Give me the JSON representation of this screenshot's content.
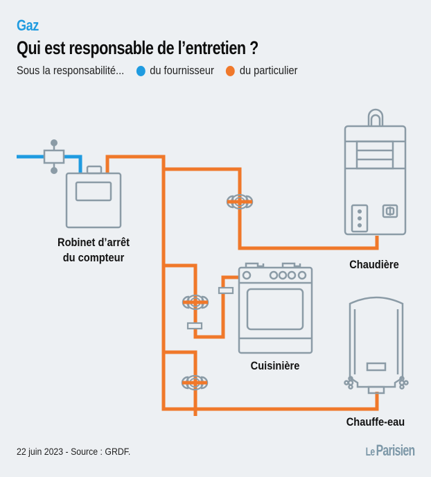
{
  "header": {
    "kicker": "Gaz",
    "title": "Qui est responsable de l’entretien ?",
    "legend_intro": "Sous la responsabilité...",
    "legend": [
      {
        "label": "du fournisseur",
        "color": "#1f9be0"
      },
      {
        "label": "du particulier",
        "color": "#f0782a"
      }
    ]
  },
  "diagram": {
    "colors": {
      "supplier_pipe": "#1f9be0",
      "customer_pipe": "#f0782a",
      "appliance_outline": "#8b9ba6",
      "background": "#edf0f3"
    },
    "labels": {
      "meter": [
        "Robinet d’arrêt",
        "du compteur"
      ],
      "boiler": "Chaudière",
      "stove": "Cuisinière",
      "water_heater": "Chauffe-eau"
    },
    "icons": [
      "shutoff-valve-icon",
      "gas-meter-icon",
      "valve-icon",
      "boiler-icon",
      "stove-icon",
      "water-heater-icon"
    ]
  },
  "footer": {
    "credit": "22 juin 2023 - Source : GRDF.",
    "brand_le": "Le",
    "brand_name": "Parisien"
  }
}
